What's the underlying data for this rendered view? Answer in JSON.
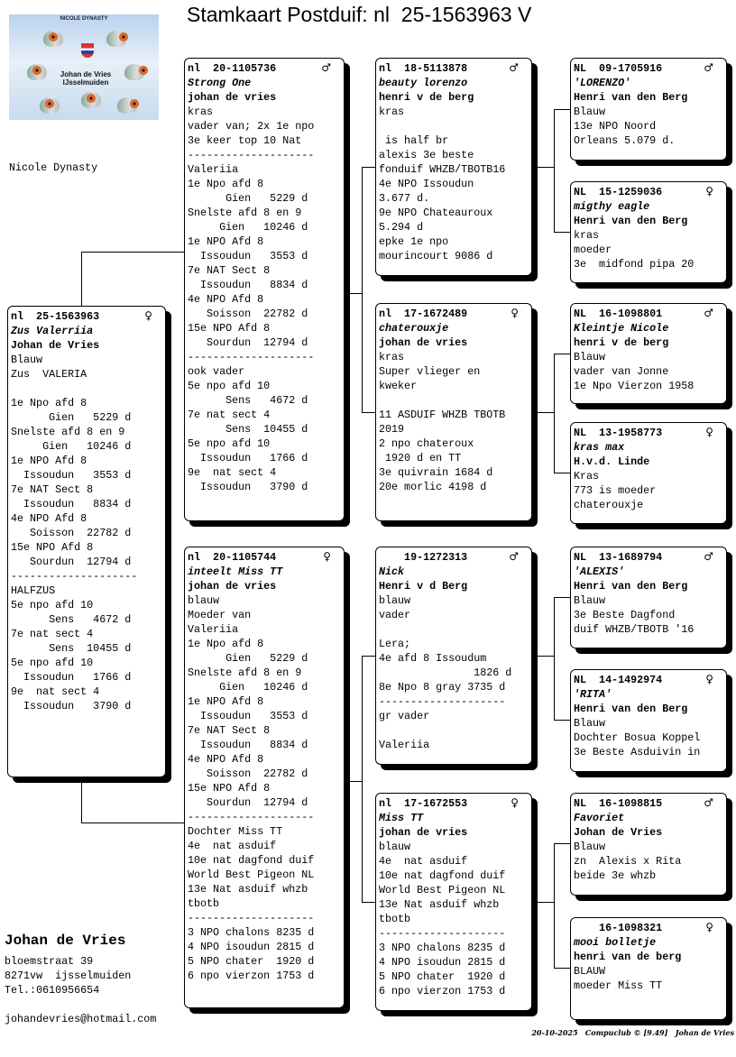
{
  "title": "Stamkaart Postduif: nl  25-1563963 V",
  "photo": {
    "logo_title": "NICOLE DYNASTY",
    "logo_name": "Johan de Vries IJsselmuiden"
  },
  "dynasty_label": "Nicole Dynasty",
  "breeder": {
    "name": "Johan de Vries",
    "street": "bloemstraat 39",
    "city": "8271vw  ijsselmuiden",
    "phone": "Tel.:0610956654",
    "email": "johandevries@hotmail.com"
  },
  "footer": "20-10-2025   Compuclub © [9.49]   Johan de Vries",
  "pigeons": [
    {
      "id": "subject",
      "ring": "nl  25-1563963",
      "sex": "♀",
      "name": "Zus Valerriia",
      "owner": "Johan de Vries",
      "lines": [
        "Blauw",
        "Zus  VALERIA",
        "",
        "1e Npo afd 8",
        "      Gien   5229 d",
        "Snelste afd 8 en 9",
        "     Gien   10246 d",
        "1e NPO Afd 8",
        "  Issoudun   3553 d",
        "7e NAT Sect 8",
        "  Issoudun   8834 d",
        "4e NPO Afd 8",
        "   Soisson  22782 d",
        "15e NPO Afd 8",
        "   Sourdun  12794 d",
        "--------------------",
        "HALFZUS",
        "5e npo afd 10",
        "      Sens   4672 d",
        "7e nat sect 4",
        "      Sens  10455 d",
        "5e npo afd 10",
        "  Issoudun   1766 d",
        "9e  nat sect 4",
        "  Issoudun   3790 d"
      ]
    },
    {
      "id": "sire",
      "ring": "nl  20-1105736",
      "sex": "♂",
      "name": "Strong One",
      "owner": "johan de vries",
      "lines": [
        "kras",
        "vader van; 2x 1e npo",
        "3e keer top 10 Nat",
        "--------------------",
        "Valeriia",
        "1e Npo afd 8",
        "      Gien   5229 d",
        "Snelste afd 8 en 9",
        "     Gien   10246 d",
        "1e NPO Afd 8",
        "  Issoudun   3553 d",
        "7e NAT Sect 8",
        "  Issoudun   8834 d",
        "4e NPO Afd 8",
        "   Soisson  22782 d",
        "15e NPO Afd 8",
        "   Sourdun  12794 d",
        "--------------------",
        "ook vader",
        "5e npo afd 10",
        "      Sens   4672 d",
        "7e nat sect 4",
        "      Sens  10455 d",
        "5e npo afd 10",
        "  Issoudun   1766 d",
        "9e  nat sect 4",
        "  Issoudun   3790 d"
      ]
    },
    {
      "id": "dam",
      "ring": "nl  20-1105744",
      "sex": "♀",
      "name": "inteelt Miss TT",
      "owner": "johan de vries",
      "lines": [
        "blauw",
        "Moeder van",
        "Valeriia",
        "1e Npo afd 8",
        "      Gien   5229 d",
        "Snelste afd 8 en 9",
        "     Gien   10246 d",
        "1e NPO Afd 8",
        "  Issoudun   3553 d",
        "7e NAT Sect 8",
        "  Issoudun   8834 d",
        "4e NPO Afd 8",
        "   Soisson  22782 d",
        "15e NPO Afd 8",
        "   Sourdun  12794 d",
        "--------------------",
        "Dochter Miss TT",
        "4e  nat asduif",
        "10e nat dagfond duif",
        "World Best Pigeon NL",
        "13e Nat asduif whzb",
        "tbotb",
        "--------------------",
        "3 NPO chalons 8235 d",
        "4 NPO isoudun 2815 d",
        "5 NPO chater  1920 d",
        "6 npo vierzon 1753 d"
      ]
    },
    {
      "id": "ss",
      "ring": "nl  18-5113878",
      "sex": "♂",
      "name": "beauty lorenzo",
      "owner": "henri v de berg",
      "lines": [
        "kras",
        "",
        " is half br",
        "alexis 3e beste",
        "fonduif WHZB/TBOTB16",
        "4e NPO Issoudun",
        "3.677 d.",
        "9e NPO Chateauroux",
        "5.294 d",
        "epke 1e npo",
        "mourincourt 9086 d"
      ]
    },
    {
      "id": "sd",
      "ring": "nl  17-1672489",
      "sex": "♀",
      "name": "chaterouxje",
      "owner": "johan de vries",
      "lines": [
        "kras",
        "Super vlieger en",
        "kweker",
        "",
        "11 ASDUIF WHZB TBOTB",
        "2019",
        "2 npo chateroux",
        " 1920 d en TT",
        "3e quivrain 1684 d",
        "20e morlic 4198 d"
      ]
    },
    {
      "id": "ds",
      "ring": "    19-1272313",
      "sex": "♂",
      "name": "Nick",
      "owner": "Henri v d Berg",
      "lines": [
        "blauw",
        "vader",
        "",
        "Lera;",
        "4e afd 8 Issoudum",
        "               1826 d",
        "8e Npo 8 gray 3735 d",
        "--------------------",
        "gr vader",
        "",
        "Valeriia"
      ]
    },
    {
      "id": "dd",
      "ring": "nl  17-1672553",
      "sex": "♀",
      "name": "Miss TT",
      "owner": "johan de vries",
      "lines": [
        "blauw",
        "4e  nat asduif",
        "10e nat dagfond duif",
        "World Best Pigeon NL",
        "13e Nat asduif whzb",
        "tbotb",
        "--------------------",
        "3 NPO chalons 8235 d",
        "4 NPO isoudun 2815 d",
        "5 NPO chater  1920 d",
        "6 npo vierzon 1753 d"
      ]
    },
    {
      "id": "sss",
      "ring": "NL  09-1705916",
      "sex": "♂",
      "name": "'LORENZO'",
      "owner": "Henri van den Berg",
      "lines": [
        "Blauw",
        "13e NPO Noord",
        "Orleans 5.079 d."
      ]
    },
    {
      "id": "ssd",
      "ring": "NL  15-1259036",
      "sex": "♀",
      "name": "migthy eagle",
      "owner": "Henri van den Berg",
      "lines": [
        "kras",
        "moeder",
        "3e  midfond pipa 20"
      ]
    },
    {
      "id": "sds",
      "ring": "NL  16-1098801",
      "sex": "♂",
      "name": "Kleintje Nicole",
      "owner": "henri v de berg",
      "lines": [
        "Blauw",
        "vader van Jonne",
        "1e Npo Vierzon 1958"
      ]
    },
    {
      "id": "sdd",
      "ring": "NL  13-1958773",
      "sex": "♀",
      "name": "kras max",
      "owner": "H.v.d. Linde",
      "lines": [
        "Kras",
        "773 is moeder",
        "chaterouxje"
      ]
    },
    {
      "id": "dss",
      "ring": "NL  13-1689794",
      "sex": "♂",
      "name": "'ALEXIS'",
      "owner": "Henri van den Berg",
      "lines": [
        "Blauw",
        "3e Beste Dagfond",
        "duif WHZB/TBOTB '16"
      ]
    },
    {
      "id": "dsd",
      "ring": "NL  14-1492974",
      "sex": "♀",
      "name": "'RITA'",
      "owner": "Henri van den Berg",
      "lines": [
        "Blauw",
        "Dochter Bosua Koppel",
        "3e Beste Asduivin in"
      ]
    },
    {
      "id": "dds",
      "ring": "NL  16-1098815",
      "sex": "♂",
      "name": "Favoriet",
      "owner": "Johan de Vries",
      "lines": [
        "Blauw",
        "zn  Alexis x Rita",
        "beide 3e whzb"
      ]
    },
    {
      "id": "ddd",
      "ring": "    16-1098321",
      "sex": "♀",
      "name": "mooi bolletje",
      "owner": "henri van de berg",
      "lines": [
        "BLAUW",
        "moeder Miss TT"
      ]
    }
  ]
}
